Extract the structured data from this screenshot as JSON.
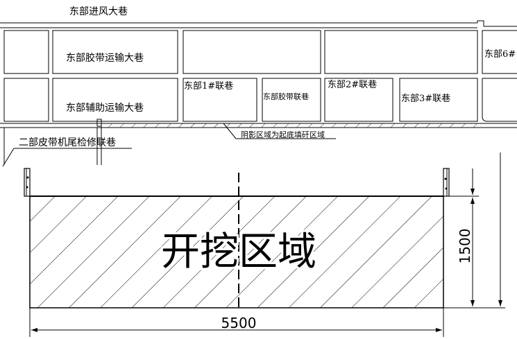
{
  "labels": {
    "east_intake_roadway": "东部进风大巷",
    "east_belt_transport_roadway": "东部胶带运输大巷",
    "east_aux_transport_roadway": "东部辅助运输大巷",
    "east_1_connection": "东部1#联巷",
    "east_belt_connection": "东部胶带联巷",
    "east_2_connection": "东部2#联巷",
    "east_3_connection": "东部3#联巷",
    "east_6_partial": "东部6#",
    "belt_tail_maintenance": "二部皮带机尾检修联巷",
    "shaded_note": "阴影区域为起底填矸区域"
  },
  "section": {
    "title": "开挖区域",
    "width_dim": "5500",
    "height_dim": "1500"
  }
}
